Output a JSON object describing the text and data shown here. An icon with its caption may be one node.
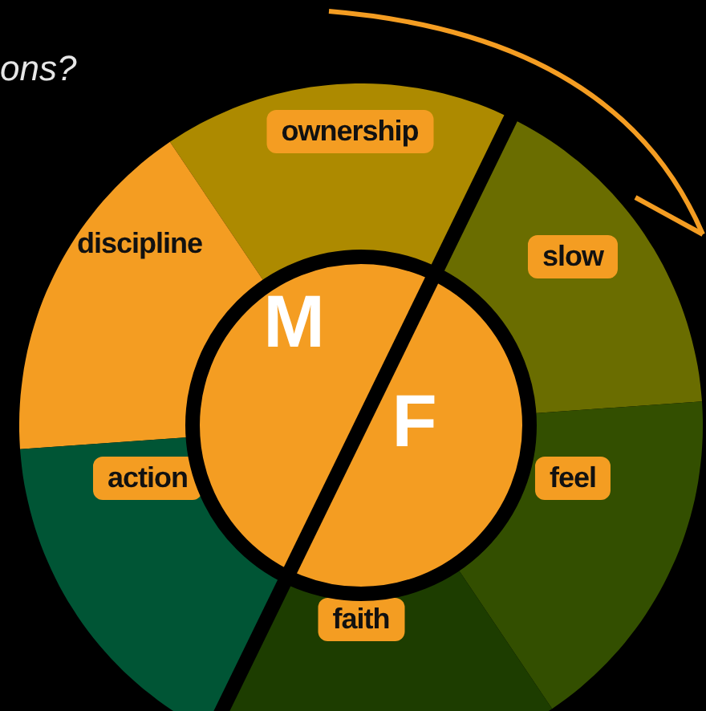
{
  "diagram": {
    "nodes": [
      {
        "text": [
          "ownership"
        ]
      },
      {
        "text": [
          "discipline"
        ]
      },
      {
        "text": [
          "slow"
        ]
      },
      {
        "text": [
          "M"
        ]
      },
      {
        "text": [
          "F"
        ]
      },
      {
        "text": [
          "action"
        ]
      },
      {
        "text": [
          "feel"
        ]
      },
      {
        "text": [
          "faith"
        ]
      }
    ],
    "labels": [
      "ons?"
    ]
  }
}
